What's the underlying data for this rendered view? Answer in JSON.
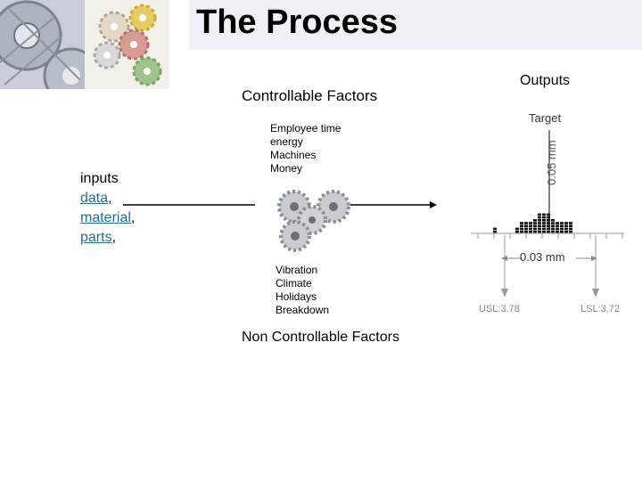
{
  "title": "The Process",
  "inputs": {
    "heading": "inputs",
    "items": [
      "data",
      "material",
      "parts"
    ],
    "separator": ","
  },
  "controllable": {
    "title": "Controllable Factors",
    "items": [
      "Employee time",
      "energy",
      "Machines",
      "Money"
    ]
  },
  "non_controllable": {
    "title": "Non Controllable Factors",
    "items": [
      "Vibration",
      "Climate",
      "Holidays",
      "Breakdown"
    ]
  },
  "outputs": {
    "title": "Outputs",
    "target_label": "Target",
    "tolerance_label": "0.05 mm",
    "spread_label": "0.03 mm",
    "usl_label": "USL:3.78",
    "lsl_label": "LSL:3.72"
  },
  "colors": {
    "title_band": "#eef1f6",
    "link": "#1f6f8f",
    "histogram": "#111111"
  },
  "histogram_counts": [
    2,
    0,
    0,
    0,
    0,
    2,
    4,
    4,
    4,
    5,
    7,
    7,
    7,
    5,
    4,
    4,
    4,
    4,
    0,
    0,
    0
  ]
}
